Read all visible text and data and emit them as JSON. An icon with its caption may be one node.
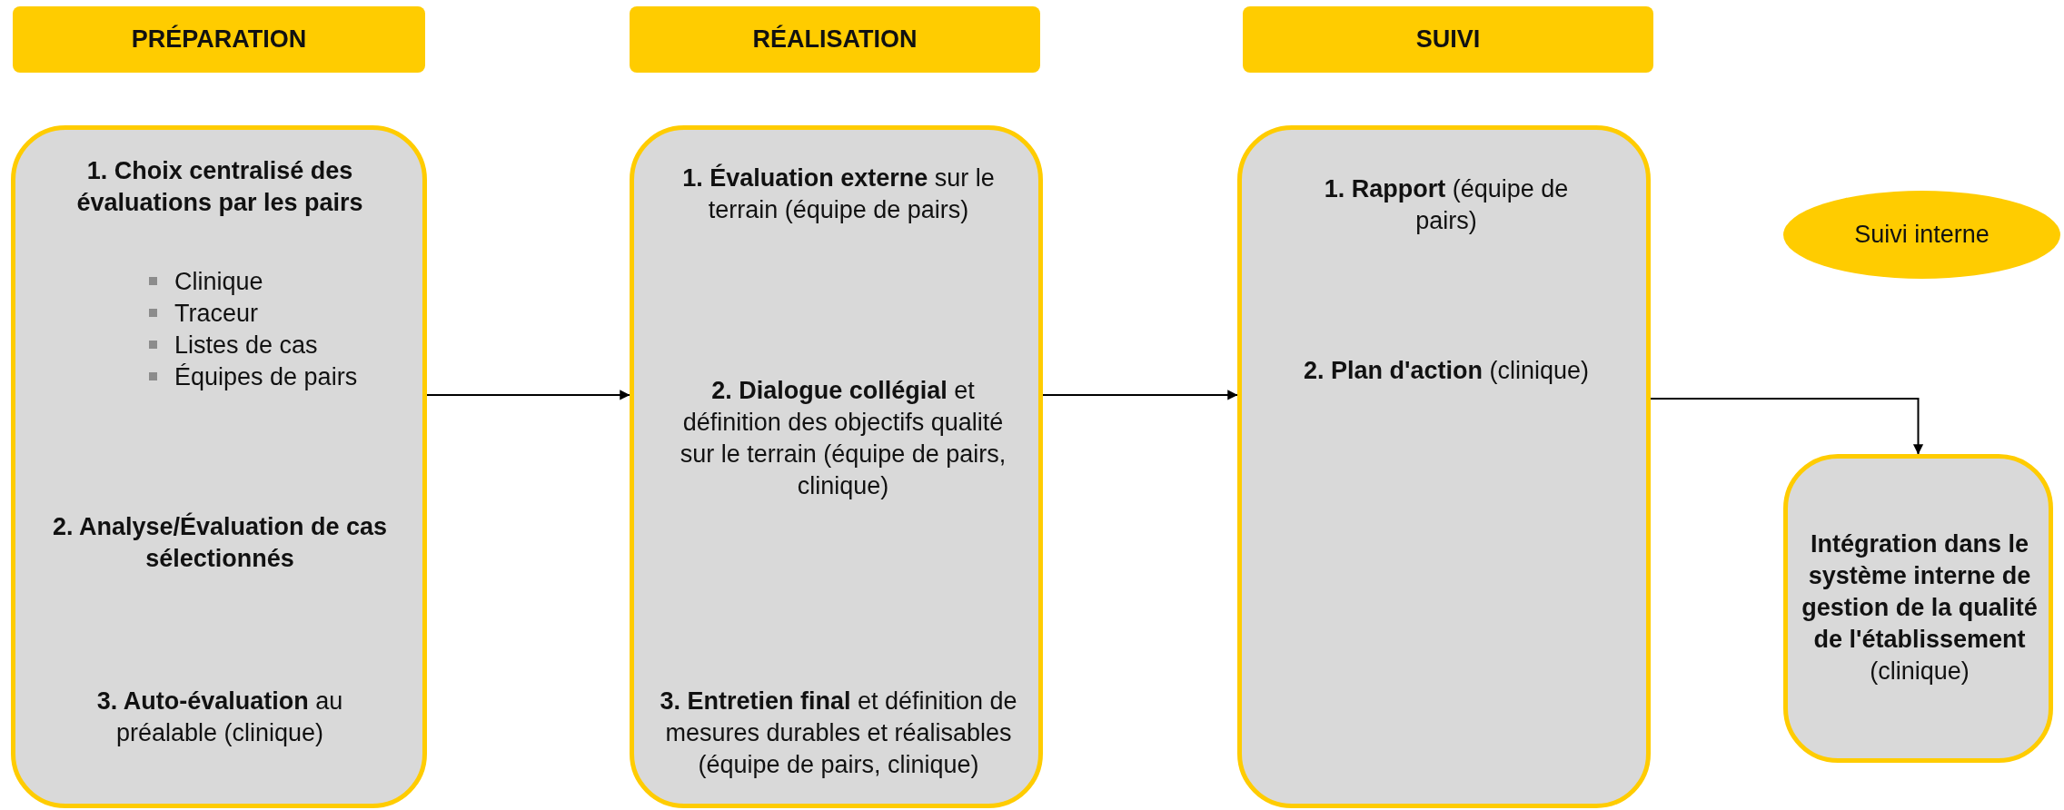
{
  "diagram": {
    "nodes": [
      {
        "text": [
          "PRÉPARATION"
        ]
      },
      {
        "text": [
          "RÉALISATION"
        ]
      },
      {
        "text": [
          "SUIVI"
        ]
      },
      {
        "text": [
          "1. Choix centralisé des évaluations par les pairs",
          "Clinique",
          "Traceur",
          "Listes de cas",
          "Équipes de pairs",
          "2. Analyse/Évaluation de cas sélectionnés",
          "**3. Auto-évaluation** au préalable (clinique)"
        ]
      },
      {
        "text": [
          "**1. Évaluation externe** sur le terrain (équipe de pairs)",
          "**2. Dialogue collégial** et définition des objectifs qualité sur le terrain (équipe de pairs, clinique)",
          "**3. Entretien final** et définition de mesures durables et réalisables (équipe de pairs, clinique)"
        ]
      },
      {
        "text": [
          "**1. Rapport** (équipe de pairs)",
          "**2. Plan d'action** (clinique)"
        ]
      },
      {
        "text": [
          "Suivi interne"
        ]
      },
      {
        "text": [
          "**Intégration dans le système interne de gestion de la qualité de l'établissement** (clinique)"
        ]
      }
    ],
    "edges": [
      {
        "from": 3,
        "to": 4,
        "arrow": "to"
      },
      {
        "from": 4,
        "to": 5,
        "arrow": "to"
      },
      {
        "from": 5,
        "to": 7,
        "arrow": "to"
      }
    ]
  }
}
